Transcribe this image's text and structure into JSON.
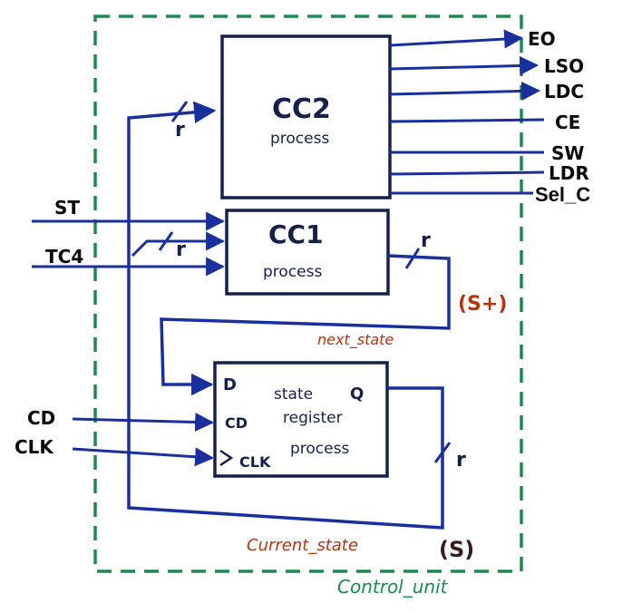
{
  "diagram": {
    "container_label": "Control_unit",
    "blocks": {
      "cc2": {
        "name": "CC2",
        "sub": "process"
      },
      "cc1": {
        "name": "CC1",
        "sub": "process"
      },
      "state_register": {
        "line1": "state",
        "line2": "register",
        "line3": "process",
        "pin_d": "D",
        "pin_q": "Q",
        "pin_cd": "CD",
        "pin_clk": "CLK"
      }
    },
    "inputs": {
      "st": "ST",
      "tc4": "TC4",
      "cd": "CD",
      "clk": "CLK"
    },
    "outputs": {
      "eo": "EO",
      "lso": "LSO",
      "ldc": "LDC",
      "ce": "CE",
      "sw": "SW",
      "ldr": "LDR",
      "sel_c": "Sel_C"
    },
    "bus_width": "r",
    "signals": {
      "next_state": "next_state",
      "s_plus": "(S+)",
      "current_state": "Current_state",
      "s": "(S)"
    },
    "colors": {
      "wire": "#1a2f9e",
      "block": "#16204a",
      "container": "#1e8a52",
      "annotation": "#b5340f",
      "ink": "#0a0a0a"
    }
  }
}
